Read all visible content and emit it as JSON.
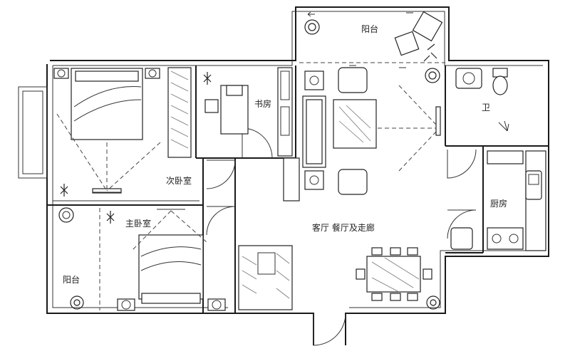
{
  "rooms": {
    "balcony_top": "阳台",
    "study": "书房",
    "second_bedroom": "次卧室",
    "master_bedroom": "主卧室",
    "balcony_left": "阳台",
    "living_dining": "客厅  餐厅及走廊",
    "kitchen": "厨房",
    "bathroom": "卫"
  }
}
